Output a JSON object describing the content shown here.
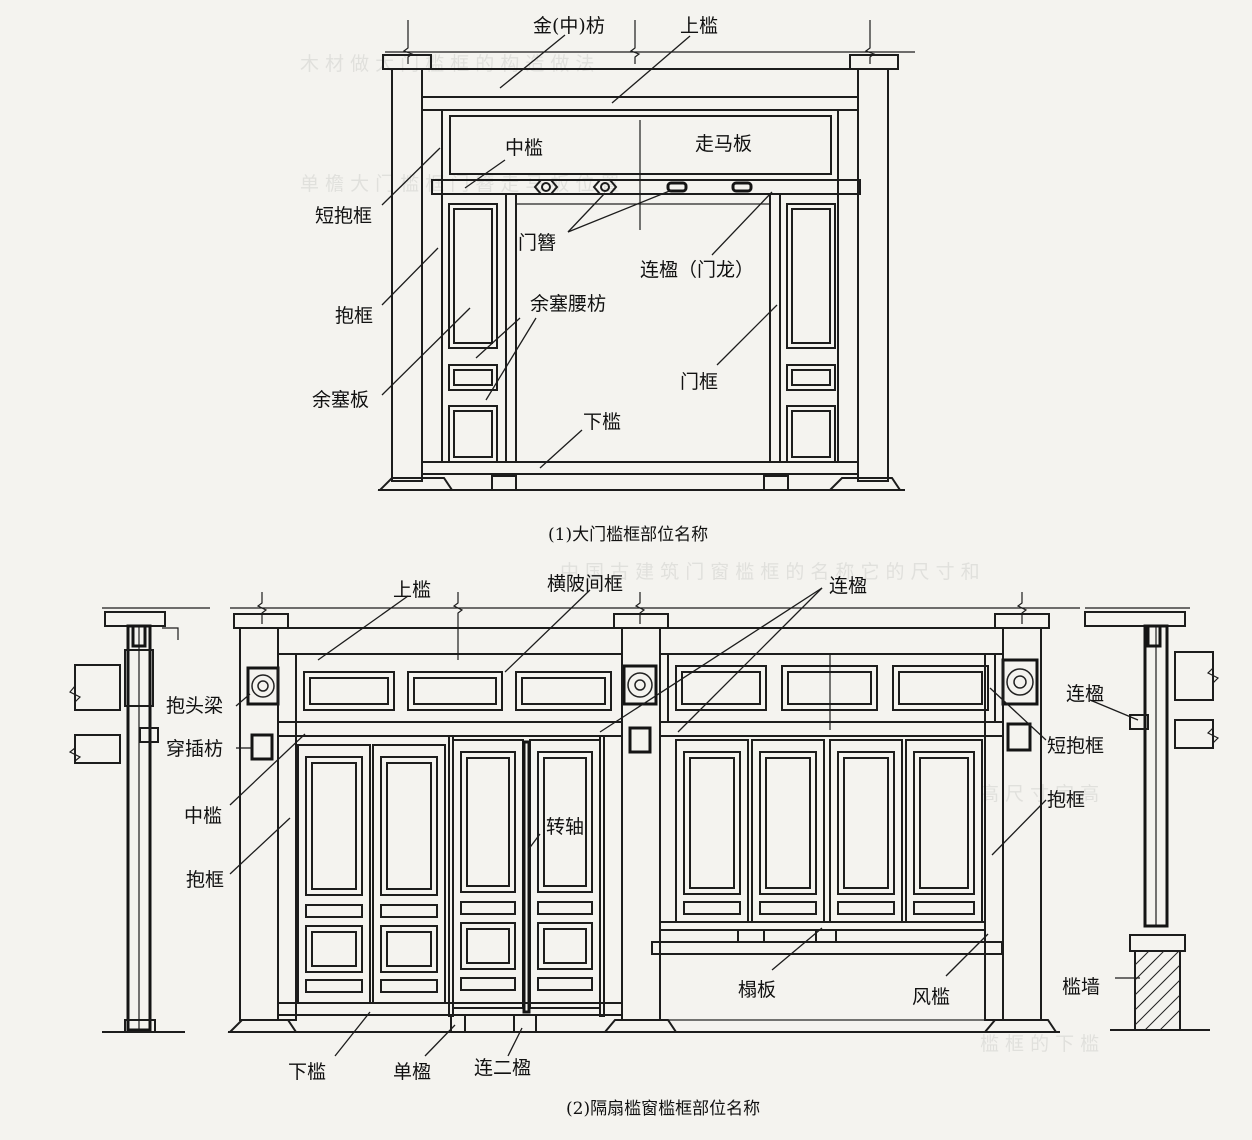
{
  "figure1": {
    "caption": "(1)大门槛框部位名称",
    "labels": {
      "jinfang": "金(中)枋",
      "shangkan": "上槛",
      "zoumaban": "走马板",
      "zhongkan": "中槛",
      "duanbaokuang": "短抱框",
      "menzan": "门簪",
      "liankan": "连楹（门龙）",
      "baokuang": "抱框",
      "yusaiyaofang": "余塞腰枋",
      "yusaiban": "余塞板",
      "menkuang": "门框",
      "xiakan": "下槛"
    }
  },
  "figure2": {
    "caption": "(2)隔扇槛窗槛框部位名称",
    "labels": {
      "shangkan": "上槛",
      "hengpijiankuang": "横陂间框",
      "liankan_top": "连楹",
      "liankan_right": "连楹",
      "baotouliang": "抱头梁",
      "chuanchafang": "穿插枋",
      "zhongkan": "中槛",
      "baokuang_left": "抱框",
      "zhuanzhou": "转轴",
      "duanbaokuang": "短抱框",
      "baokuang_right": "抱框",
      "taban": "榻板",
      "fengkan": "风槛",
      "kanqiang": "槛墙",
      "xiakan": "下槛",
      "dankan": "单楹",
      "lianerkan": "连二楹"
    }
  },
  "colors": {
    "ink": "#1c1c1c",
    "paper": "#f4f3ef"
  }
}
